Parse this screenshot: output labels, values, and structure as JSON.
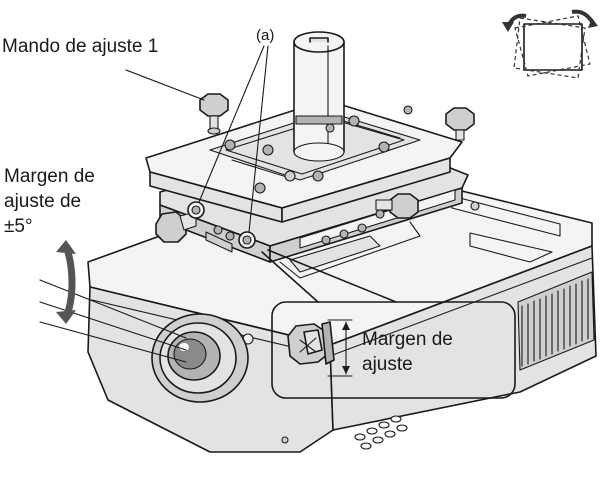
{
  "labels": {
    "knob": "Mando de ajuste 1",
    "margin_line1": "Margen de",
    "margin_line2": "ajuste de",
    "margin_line3": "±5°",
    "callout_a": "(a)",
    "detail_line1": "Margen de",
    "detail_line2": "ajuste"
  }
}
